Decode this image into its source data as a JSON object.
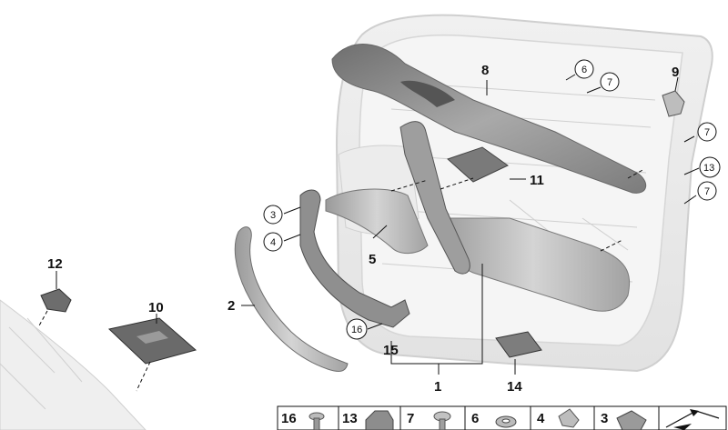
{
  "parts": [
    {
      "id": "1",
      "label": "1",
      "circled": false
    },
    {
      "id": "2",
      "label": "2",
      "circled": false
    },
    {
      "id": "3",
      "label": "3",
      "circled": true
    },
    {
      "id": "4",
      "label": "4",
      "circled": true
    },
    {
      "id": "5",
      "label": "5",
      "circled": false
    },
    {
      "id": "6",
      "label": "6",
      "circled": true
    },
    {
      "id": "7a",
      "label": "7",
      "circled": true
    },
    {
      "id": "7b",
      "label": "7",
      "circled": true
    },
    {
      "id": "7c",
      "label": "7",
      "circled": true
    },
    {
      "id": "8",
      "label": "8",
      "circled": false
    },
    {
      "id": "9",
      "label": "9",
      "circled": false
    },
    {
      "id": "10",
      "label": "10",
      "circled": false
    },
    {
      "id": "11",
      "label": "11",
      "circled": false
    },
    {
      "id": "12",
      "label": "12",
      "circled": false
    },
    {
      "id": "13",
      "label": "13",
      "circled": true
    },
    {
      "id": "14",
      "label": "14",
      "circled": false
    },
    {
      "id": "15",
      "label": "15",
      "circled": false
    },
    {
      "id": "16",
      "label": "16",
      "circled": true
    }
  ],
  "fastener_strip": [
    "16",
    "13",
    "7",
    "6",
    "4",
    "3"
  ],
  "colors": {
    "line": "#111111",
    "part_dark": "#8a8a8a",
    "part_mid": "#b5b5b5",
    "panel": "#e9e9e9",
    "panel_edge": "#cfcfcf"
  }
}
